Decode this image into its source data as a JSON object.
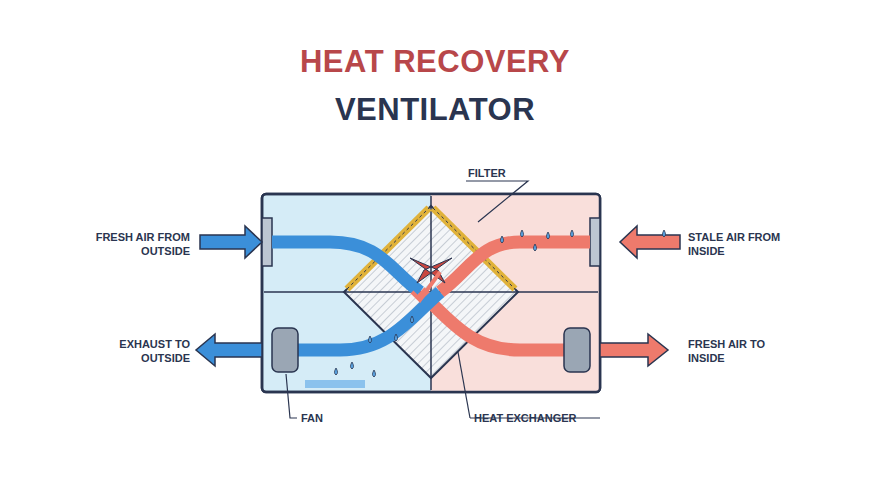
{
  "diagram": {
    "title": "HEAT RECOVERY VENTILATOR",
    "labels": [
      "FILTER",
      "FRESH AIR FROM OUTSIDE",
      "STALE AIR FROM INSIDE",
      "EXHAUST TO OUTSIDE",
      "FRESH AIR TO INSIDE",
      "FAN",
      "HEAT EXCHANGER"
    ]
  }
}
